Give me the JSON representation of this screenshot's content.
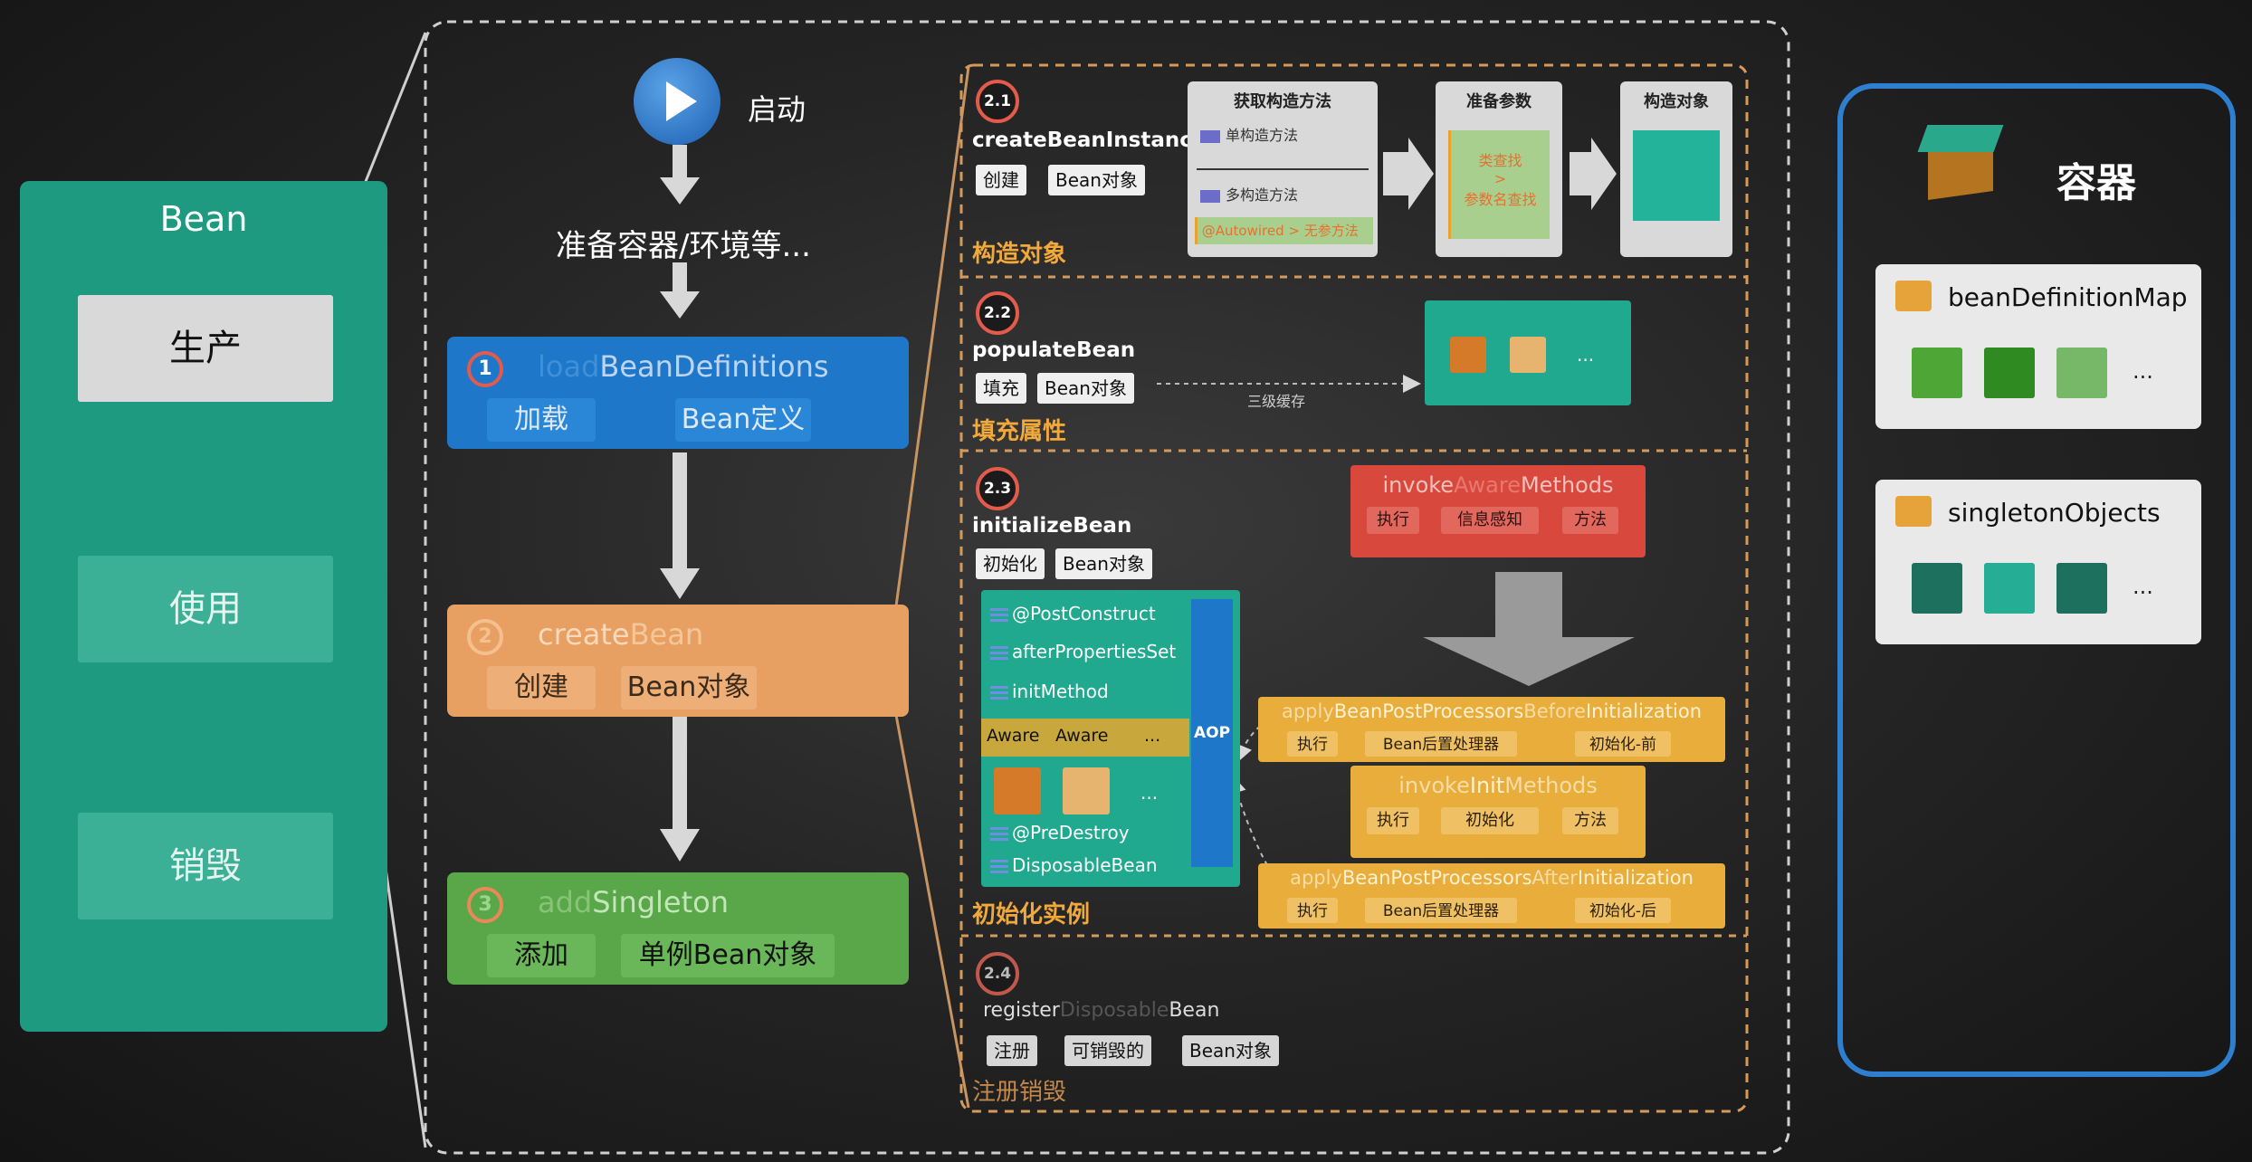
{
  "bean_panel": {
    "title": "Bean",
    "phases": [
      "生产",
      "使用",
      "销毁"
    ]
  },
  "flow": {
    "start_label": "启动",
    "prepare_label": "准备容器/环境等...",
    "stage1": {
      "num": "1",
      "name_prefix": "load",
      "name_main": "BeanDefinitions",
      "chips": [
        "加载",
        "Bean定义"
      ]
    },
    "stage2": {
      "num": "2",
      "name_prefix": "create",
      "name_main": "Bean",
      "chips": [
        "创建",
        "Bean对象"
      ]
    },
    "stage3": {
      "num": "3",
      "name_prefix": "add",
      "name_main": "Singleton",
      "chips": [
        "添加",
        "单例Bean对象"
      ]
    }
  },
  "detail": {
    "s21": {
      "badge": "2.1",
      "method": "createBeanInstance",
      "chips": [
        "创建",
        "Bean对象"
      ],
      "title": "构造对象",
      "col1_header": "获取构造方法",
      "single_ctor": "单构造方法",
      "multi_ctor": "多构造方法",
      "autowired": "@Autowired",
      "gt": ">",
      "noarg": "无参方法",
      "col2_header": "准备参数",
      "by_type": "类查找",
      "by_name": "参数名查找",
      "col3_header": "构造对象"
    },
    "s22": {
      "badge": "2.2",
      "method": "populateBean",
      "chips": [
        "填充",
        "Bean对象"
      ],
      "title": "填充属性",
      "cache_label": "三级缓存",
      "ellipsis": "..."
    },
    "s23": {
      "badge": "2.3",
      "method": "initializeBean",
      "chips": [
        "初始化",
        "Bean对象"
      ],
      "title": "初始化实例",
      "init_items": [
        "@PostConstruct",
        "afterPropertiesSet",
        "initMethod"
      ],
      "aware_chips": [
        "Aware",
        "Aware",
        "..."
      ],
      "destroy_items": [
        "@PreDestroy",
        "DisposableBean"
      ],
      "aop": "AOP",
      "ellipsis": "...",
      "aware_method": {
        "a": "invoke",
        "b": "Aware",
        "c": "Methods",
        "chips": [
          "执行",
          "信息感知",
          "方法"
        ]
      },
      "before_method": {
        "a": "apply",
        "b": "BeanPostProcessors",
        "c": "Before",
        "d": "Initialization",
        "chips": [
          "执行",
          "Bean后置处理器",
          "初始化-前"
        ]
      },
      "init_method": {
        "a": "invoke",
        "b": "Init",
        "c": "Methods",
        "chips": [
          "执行",
          "初始化",
          "方法"
        ]
      },
      "after_method": {
        "a": "apply",
        "b": "BeanPostProcessors",
        "c": "After",
        "d": "Initialization",
        "chips": [
          "执行",
          "Bean后置处理器",
          "初始化-后"
        ]
      }
    },
    "s24": {
      "badge": "2.4",
      "method_a": "register",
      "method_b": "Disposable",
      "method_c": "Bean",
      "chips": [
        "注册",
        "可销毁的",
        "Bean对象"
      ],
      "title": "注册销毁"
    }
  },
  "container": {
    "title": "容器",
    "map1": "beanDefinitionMap",
    "map2": "singletonObjects",
    "ellipsis": "..."
  },
  "colors": {
    "teal": "#1d9a80",
    "blue": "#1f77c9",
    "orange": "#e8a062",
    "green": "#5aa74a",
    "container_border": "#2f7fd0",
    "accent_orange": "#f2a93b",
    "red": "#d9483d",
    "yellow": "#e9ad3b"
  }
}
